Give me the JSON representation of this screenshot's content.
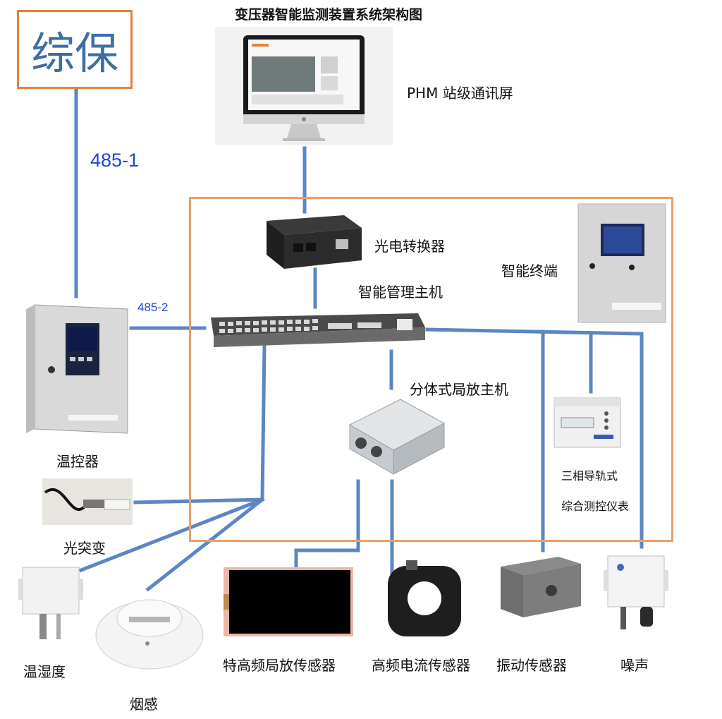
{
  "title": "变压器智能监测装置系统架构图",
  "zongbao": "综保",
  "links": {
    "rs485_1": "485-1",
    "rs485_2": "485-2"
  },
  "devices": {
    "phm_screen": "PHM 站级通讯屏",
    "photoelectric_converter": "光电转换器",
    "smart_host": "智能管理主机",
    "smart_terminal": "智能终端",
    "temp_controller": "温控器",
    "pd_host": "分体式局放主机",
    "meter_line1": "三相导轨式",
    "meter_line2": "综合测控仪表",
    "optical_surge": "光突变",
    "temp_humidity": "温湿度",
    "smoke": "烟感",
    "uhf_sensor": "特高频局放传感器",
    "hf_current_sensor": "高频电流传感器",
    "vibration_sensor": "振动传感器",
    "noise": "噪声"
  },
  "colors": {
    "line": "#5b86c4",
    "frame": "#e8a06a",
    "zongbao_border": "#e8823a",
    "link_text": "#1f45d6"
  }
}
